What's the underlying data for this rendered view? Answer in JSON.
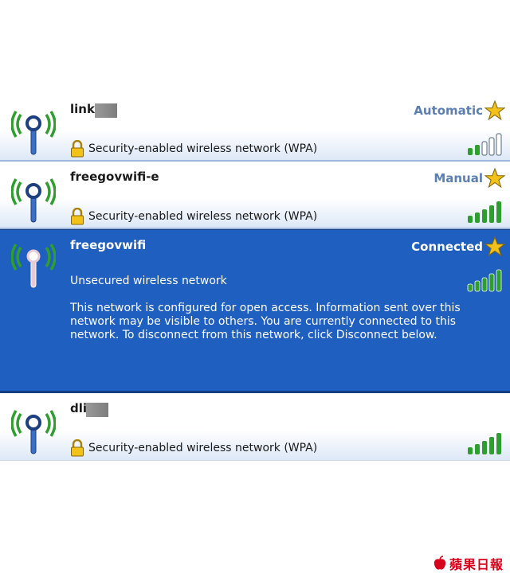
{
  "networks": [
    {
      "name": "link",
      "status": "Automatic",
      "security": "Security-enabled wireless network (WPA)",
      "signal_bars": 2,
      "icon": "wireless-signal-icon"
    },
    {
      "name": "freegovwifi-e",
      "status": "Manual",
      "security": "Security-enabled wireless network (WPA)",
      "signal_bars": 5,
      "icon": "wireless-signal-icon"
    },
    {
      "name": "freegovwifi",
      "status": "Connected",
      "security": "Unsecured wireless network",
      "description": "This network is configured for open access. Information sent over this network may be visible to others. You are currently connected to this network. To disconnect from this network, click Disconnect below.",
      "signal_bars": 5,
      "selected": true,
      "icon": "wireless-signal-icon"
    },
    {
      "name": "dli",
      "status": "",
      "security": "Security-enabled wireless network (WPA)",
      "signal_bars": 5,
      "icon": "wireless-signal-icon"
    }
  ],
  "watermark": {
    "text": "蘋果日報",
    "icon": "apple-logo-icon"
  },
  "colors": {
    "selected_background": "#1f5fbf",
    "status_text": "#5b7fb1",
    "signal_green": "#2e9e2e",
    "star_gold": "#f2c21b",
    "watermark_red": "#d8001a"
  }
}
